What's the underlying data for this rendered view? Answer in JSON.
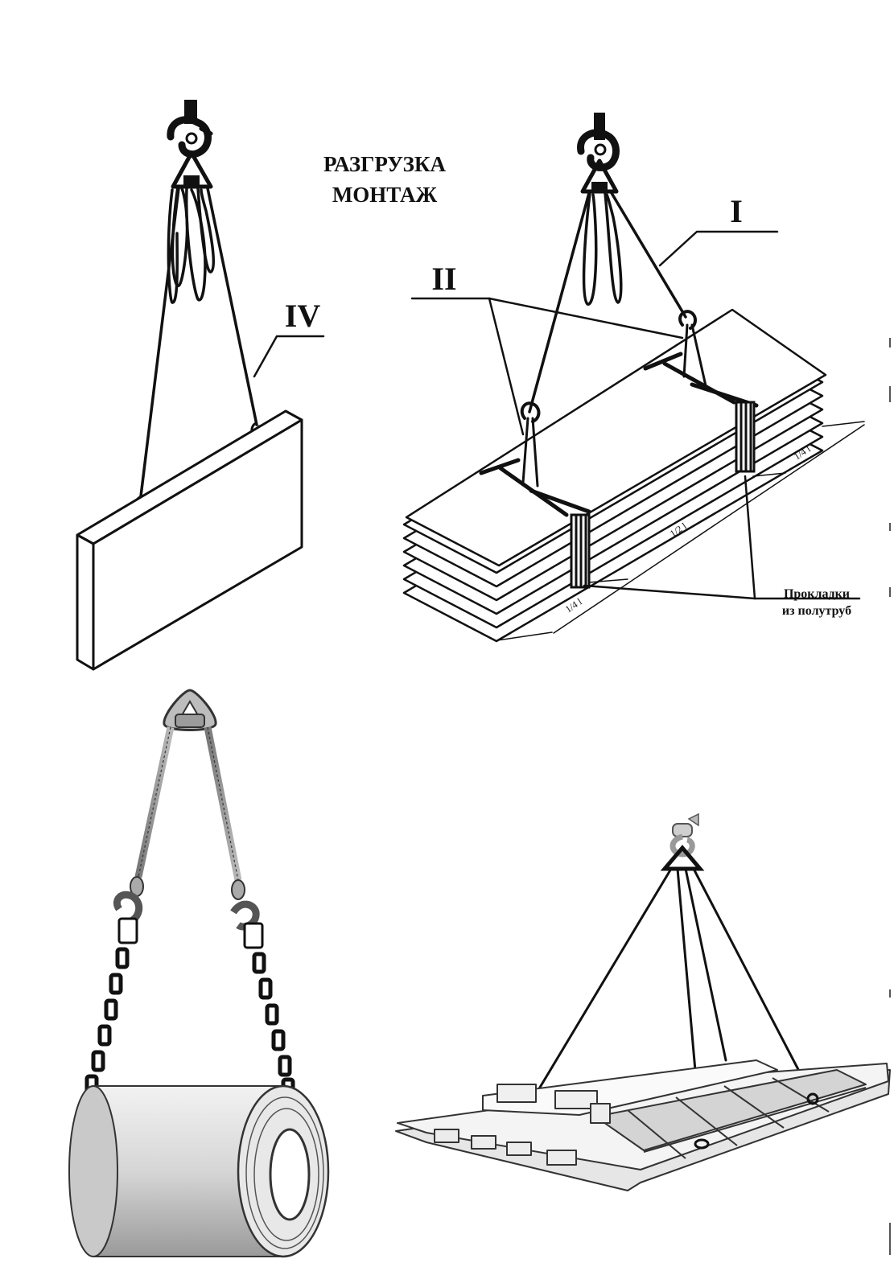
{
  "title": {
    "line1": "РАЗГРУЗКА",
    "line2": "МОНТАЖ"
  },
  "labels": {
    "IV": "IV",
    "I": "I",
    "II": "II",
    "spacers_line1": "Прокладки",
    "spacers_line2": "из полутруб"
  },
  "dimensions": {
    "quarter": "1/4 l",
    "half": "1/2 l"
  }
}
